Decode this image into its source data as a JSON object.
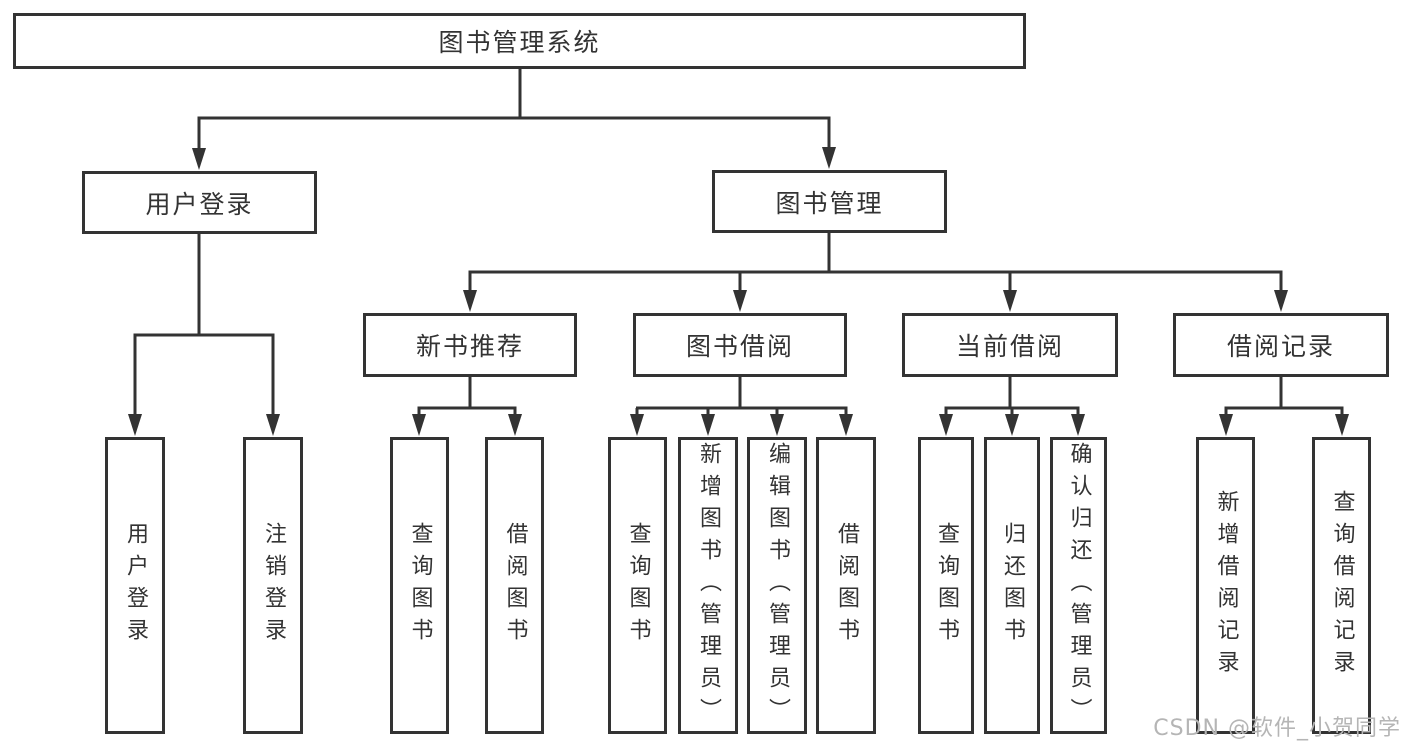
{
  "tree": {
    "root": {
      "label": "图书管理系统"
    },
    "branches": [
      {
        "label": "用户登录",
        "children": [
          {
            "label": "用户登录"
          },
          {
            "label": "注销登录"
          }
        ]
      },
      {
        "label": "图书管理",
        "children": [
          {
            "label": "新书推荐",
            "children": [
              {
                "label": "查询图书"
              },
              {
                "label": "借阅图书"
              }
            ]
          },
          {
            "label": "图书借阅",
            "children": [
              {
                "label": "查询图书"
              },
              {
                "label": "新增图书（管理员）"
              },
              {
                "label": "编辑图书（管理员）"
              },
              {
                "label": "借阅图书"
              }
            ]
          },
          {
            "label": "当前借阅",
            "children": [
              {
                "label": "查询图书"
              },
              {
                "label": "归还图书"
              },
              {
                "label": "确认归还（管理员）"
              }
            ]
          },
          {
            "label": "借阅记录",
            "children": [
              {
                "label": "新增借阅记录"
              },
              {
                "label": "查询借阅记录"
              }
            ]
          }
        ]
      }
    ]
  },
  "watermark": {
    "text": "CSDN @软件_小贺同学"
  },
  "colors": {
    "line": "#333333",
    "box_fill": "#ffffff",
    "text": "#333333",
    "watermark_text": "#b5b5b5",
    "background": "#ffffff"
  }
}
